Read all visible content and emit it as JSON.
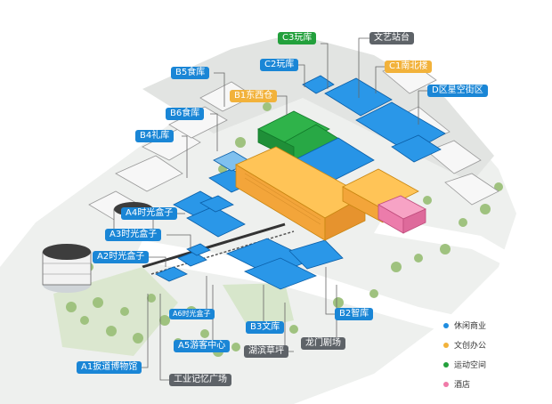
{
  "labels": {
    "c3": "C3玩库",
    "wenyi": "文艺站台",
    "c2": "C2玩库",
    "c1": "C1南北楼",
    "b5": "B5食库",
    "d": "D区星空街区",
    "b1": "B1东西仓",
    "b6": "B6食库",
    "b4": "B4礼库",
    "a4": "A4时光盒子",
    "a3": "A3时光盒子",
    "a2": "A2时光盒子",
    "a6": "A6时光盒子",
    "b3": "B3文库",
    "b2": "B2智库",
    "a5": "A5游客中心",
    "hubin": "湖滨草坪",
    "longmen": "龙门剧场",
    "a1": "A1扳道博物馆",
    "gongye": "工业记忆广场"
  },
  "legend": [
    {
      "label": "休闲商业",
      "color": "#1f8de0"
    },
    {
      "label": "文创办公",
      "color": "#f2b23b"
    },
    {
      "label": "运动空间",
      "color": "#23a03c"
    },
    {
      "label": "酒店",
      "color": "#f07aa8"
    }
  ]
}
